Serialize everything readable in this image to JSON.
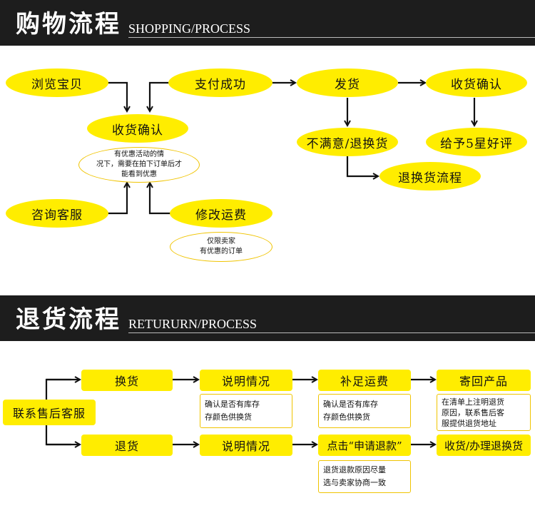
{
  "shopping": {
    "title_zh": "购物流程",
    "title_en": "SHOPPING/PROCESS",
    "nodes": {
      "browse": "浏览宝贝",
      "pay": "支付成功",
      "ship": "发货",
      "confirm_right": "收货确认",
      "confirm_left": "收货确认",
      "unsatisfied": "不满意/退换货",
      "five_star": "给予5星好评",
      "return_flow": "退换货流程",
      "consult": "咨询客服",
      "modify_fee": "修改运费"
    },
    "notes": {
      "discount": "有优惠活动的情\n况下，需要在拍下订单后才\n能看到优惠",
      "seller_only": "仅限卖家\n有优惠的订单"
    }
  },
  "returns": {
    "title_zh": "退货流程",
    "title_en": "RETURURN/PROCESS",
    "start": "联系售后客服",
    "exchange": "换货",
    "refund": "退货",
    "explain_1": "说明情况",
    "explain_2": "说明情况",
    "extra_fee": "补足运费",
    "apply_refund": "点击“申请退款”",
    "send_back": "寄回产品",
    "receive": "收货/办理退换货",
    "notes": {
      "stock_1": "确认是否有库存\n存颜色供换货",
      "stock_2": "确认是否有库存\n存颜色供换货",
      "address": "在清单上注明退货\n原因，联系售后客\n服提供退货地址",
      "negotiate": "退货退款原因尽量\n选与卖家协商一致"
    }
  }
}
